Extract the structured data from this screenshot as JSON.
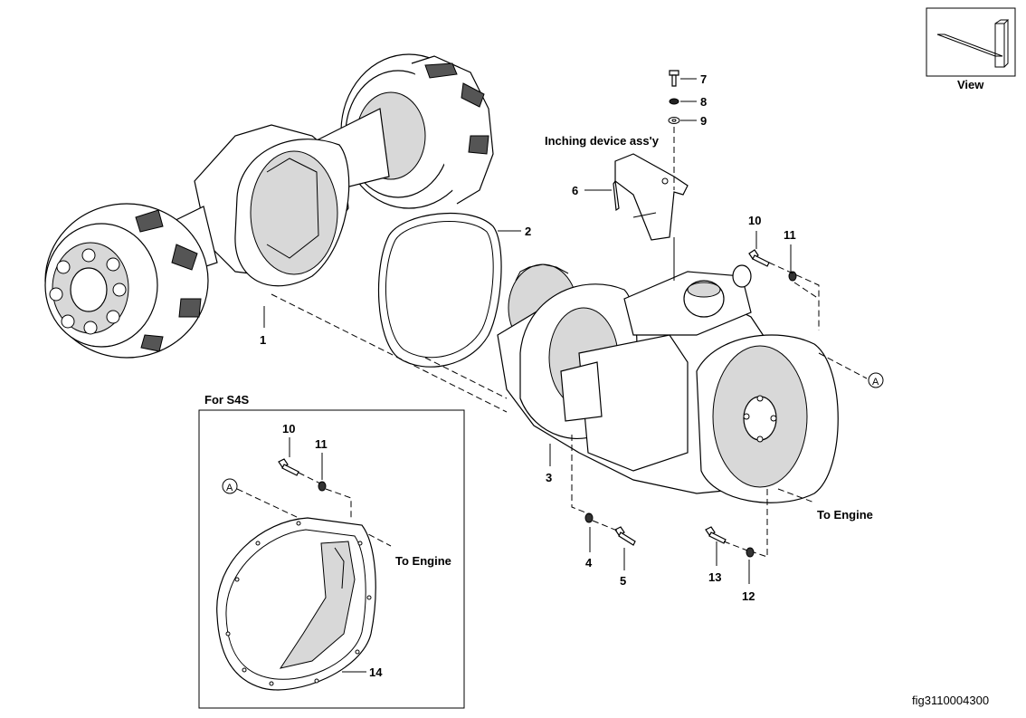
{
  "labels": {
    "view": "View",
    "inching_device": "Inching device ass'y",
    "for_s4s": "For S4S",
    "to_engine_main": "To Engine",
    "to_engine_inset": "To Engine",
    "figure_id": "fig3110004300",
    "ref_a_main": "A",
    "ref_a_inset": "A"
  },
  "callouts": {
    "p1": "1",
    "p2": "2",
    "p3": "3",
    "p4": "4",
    "p5": "5",
    "p6": "6",
    "p7": "7",
    "p8": "8",
    "p9": "9",
    "p10_main": "10",
    "p11_main": "11",
    "p12": "12",
    "p13": "13",
    "p10_inset": "10",
    "p11_inset": "11",
    "p14": "14"
  }
}
